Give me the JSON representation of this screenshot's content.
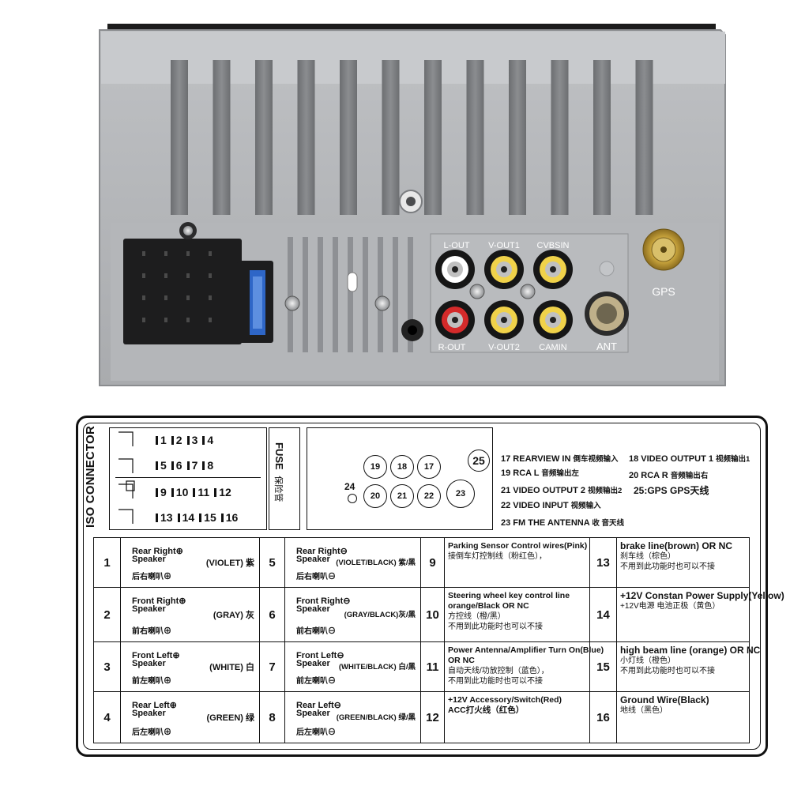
{
  "device": {
    "rca_labels": {
      "l_out": "L-OUT",
      "v_out1": "V-OUT1",
      "cvbsin": "CVBSIN",
      "r_out": "R-OUT",
      "v_out2": "V-OUT2",
      "camin": "CAMIN"
    },
    "ant_label": "ANT",
    "gps_label": "GPS"
  },
  "diagram": {
    "iso_connector_label": "ISO CONNECTOR",
    "fuse_label": "FUSE",
    "fuse_label_zh": "保险管",
    "pin_rows": [
      [
        "1",
        "2",
        "3",
        "4"
      ],
      [
        "5",
        "6",
        "7",
        "8"
      ],
      [
        "9",
        "10",
        "11",
        "12"
      ],
      [
        "13",
        "14",
        "15",
        "16"
      ]
    ],
    "connector_circles": {
      "c19": "19",
      "c18": "18",
      "c17": "17",
      "c25": "25",
      "c20": "20",
      "c21": "21",
      "c22": "22",
      "c23": "23",
      "c24": "24"
    },
    "legend": [
      {
        "text": "17 REARVIEW IN",
        "zh": "倒车视频输入"
      },
      {
        "text": "18 VIDEO OUTPUT 1",
        "zh": "视频输出1"
      },
      {
        "text": "19 RCA L",
        "zh": "音频输出左"
      },
      {
        "text": "20 RCA R",
        "zh": "音频输出右"
      },
      {
        "text": "21 VIDEO OUTPUT 2",
        "zh": "视频输出2"
      },
      {
        "text": "25:GPS GPS天线",
        "zh": ""
      },
      {
        "text": "22 VIDEO INPUT",
        "zh": "视频输入"
      },
      {
        "text": "23 FM THE ANTENNA",
        "zh": "收 音天线"
      }
    ],
    "rows": [
      {
        "a": {
          "num": "1",
          "en": "Rear Right⊕\nSpeaker",
          "zh": "后右喇叭⊕",
          "color": "(VIOLET) 紫"
        },
        "b": {
          "num": "5",
          "en": "Rear Right⊖\nSpeaker",
          "zh": "后右喇叭⊖",
          "color": "(VIOLET/BLACK) 紫/黑"
        },
        "c": {
          "num": "9",
          "lines": [
            "Parking Sensor Control wires(Pink)",
            "接倒车灯控制线（粉红色），"
          ]
        },
        "d": {
          "num": "13",
          "lines": [
            "brake line(brown) OR NC",
            "刹车线（棕色）",
            "不用到此功能时也可以不接"
          ]
        }
      },
      {
        "a": {
          "num": "2",
          "en": "Front Right⊕\nSpeaker",
          "zh": "前右喇叭⊕",
          "color": "(GRAY) 灰"
        },
        "b": {
          "num": "6",
          "en": "Front Right⊖\nSpeaker",
          "zh": "前右喇叭⊖",
          "color": "(GRAY/BLACK)灰/黑"
        },
        "c": {
          "num": "10",
          "lines": [
            "Steering wheel key control line",
            "orange/Black OR NC",
            "方控线（橙/黑）",
            "不用到此功能时也可以不接"
          ]
        },
        "d": {
          "num": "14",
          "lines": [
            "+12V Constan Power Supply(Yellow)",
            "+12V电源 电池正极（黄色）"
          ]
        }
      },
      {
        "a": {
          "num": "3",
          "en": "Front Left⊕\nSpeaker",
          "zh": "前左喇叭⊕",
          "color": "(WHITE) 白"
        },
        "b": {
          "num": "7",
          "en": "Front Left⊖\nSpeaker",
          "zh": "前左喇叭⊖",
          "color": "(WHITE/BLACK) 白/黑"
        },
        "c": {
          "num": "11",
          "lines": [
            "Power Antenna/Amplifier Turn On(Blue)",
            "OR NC",
            "自动天线/功放控制（蓝色），",
            "不用到此功能时也可以不接"
          ]
        },
        "d": {
          "num": "15",
          "lines": [
            "high beam line (orange) OR NC",
            "小灯线（橙色）",
            "不用到此功能时也可以不接"
          ]
        }
      },
      {
        "a": {
          "num": "4",
          "en": "Rear Left⊕\nSpeaker",
          "zh": "后左喇叭⊕",
          "color": "(GREEN) 绿"
        },
        "b": {
          "num": "8",
          "en": "Rear Left⊖\nSpeaker",
          "zh": "后左喇叭⊖",
          "color": "(GREEN/BLACK) 绿/黑"
        },
        "c": {
          "num": "12",
          "lines": [
            "+12V Accessory/Switch(Red)",
            "ACC打火线（红色）"
          ]
        },
        "d": {
          "num": "16",
          "lines": [
            "Ground Wire(Black)",
            "地线（黑色）"
          ]
        }
      }
    ]
  }
}
